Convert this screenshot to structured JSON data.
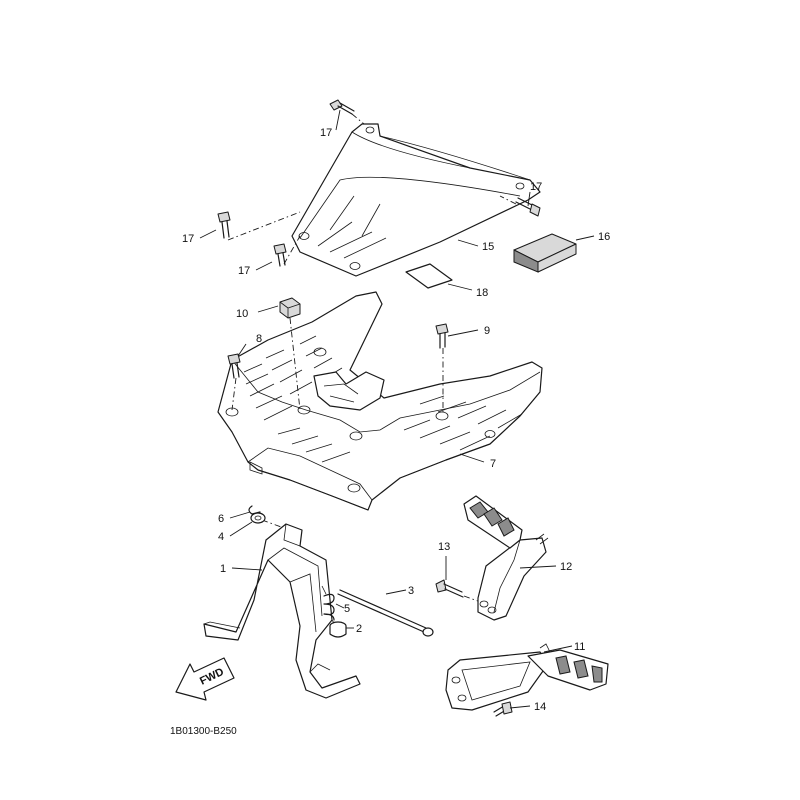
{
  "diagram_code": "1B01300-B250",
  "fwd_label": "FWD",
  "callouts": {
    "c1": "1",
    "c2": "2",
    "c3": "3",
    "c4": "4",
    "c5": "5",
    "c6": "6",
    "c7": "7",
    "c8": "8",
    "c9": "9",
    "c10": "10",
    "c11": "11",
    "c12": "12",
    "c13": "13",
    "c14": "14",
    "c15": "15",
    "c16": "16",
    "c17a": "17",
    "c17b": "17",
    "c17c": "17",
    "c17d": "17",
    "c18": "18"
  }
}
